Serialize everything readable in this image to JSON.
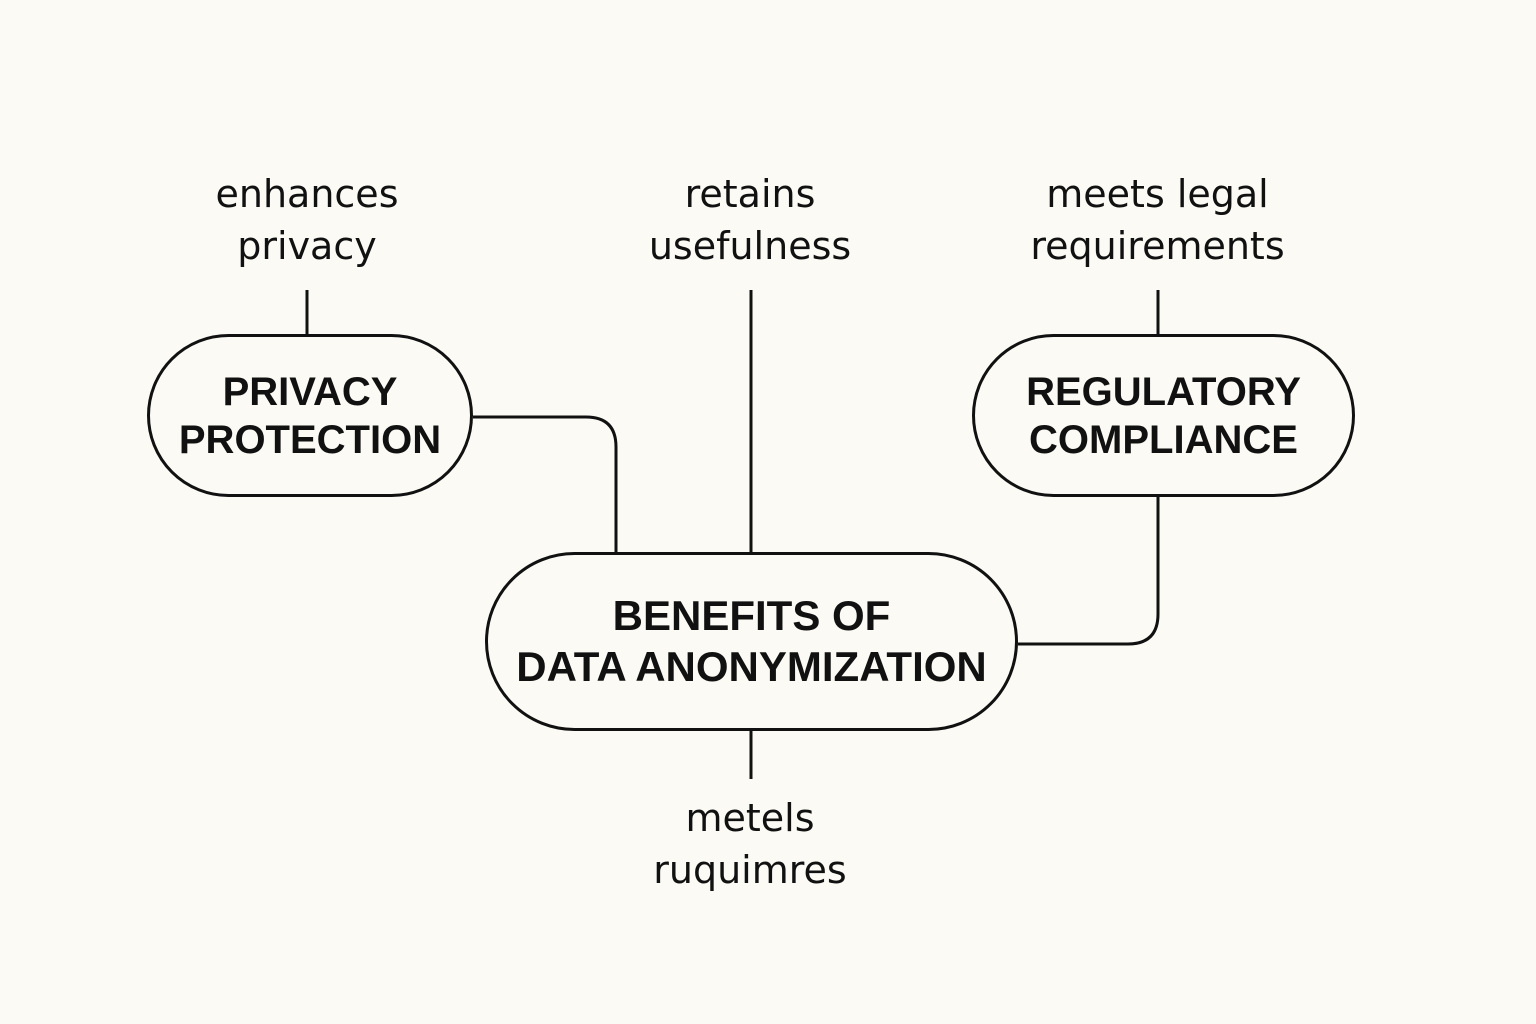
{
  "diagram": {
    "center_node": {
      "line1": "BENEFITS OF",
      "line2": "DATA ANONYMIZATION"
    },
    "privacy_node": {
      "line1": "PRIVACY",
      "line2": "PROTECTION"
    },
    "regulatory_node": {
      "line1": "REGULATORY",
      "line2": "COMPLIANCE"
    },
    "privacy_label": {
      "line1": "enhances",
      "line2": "privacy"
    },
    "usefulness_label": {
      "line1": "retains",
      "line2": "usefulness"
    },
    "legal_label": {
      "line1": "meets legal",
      "line2": "requirements"
    },
    "bottom_label": {
      "line1": "metels",
      "line2": "ruquimres"
    },
    "colors": {
      "background": "#fbfaf5",
      "stroke": "#111111",
      "text": "#111111"
    }
  }
}
